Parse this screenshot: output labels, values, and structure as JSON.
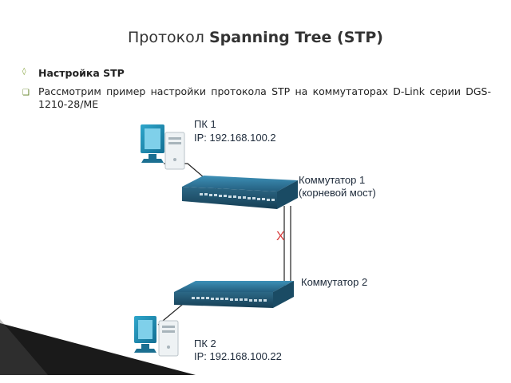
{
  "slide": {
    "title_prefix": "Протокол",
    "title_bold": "Spanning Tree (STP)",
    "bullet1": "Настройка STP",
    "bullet2": "Рассмотрим пример настройки протокола STP на коммутаторах D-Link серии DGS-1210-28/ME"
  },
  "diagram": {
    "pc1_name": "ПК 1",
    "pc1_ip": "IP: 192.168.100.2",
    "switch1_name": "Коммутатор 1",
    "switch1_role": "(корневой мост)",
    "switch2_name": "Коммутатор 2",
    "pc2_name": "ПК 2",
    "pc2_ip": "IP: 192.168.100.22",
    "blocked_mark": "X",
    "colors": {
      "device": "#1d8fb4",
      "switch_body": "#2a6f92",
      "blocked": "#d83b3b"
    }
  }
}
